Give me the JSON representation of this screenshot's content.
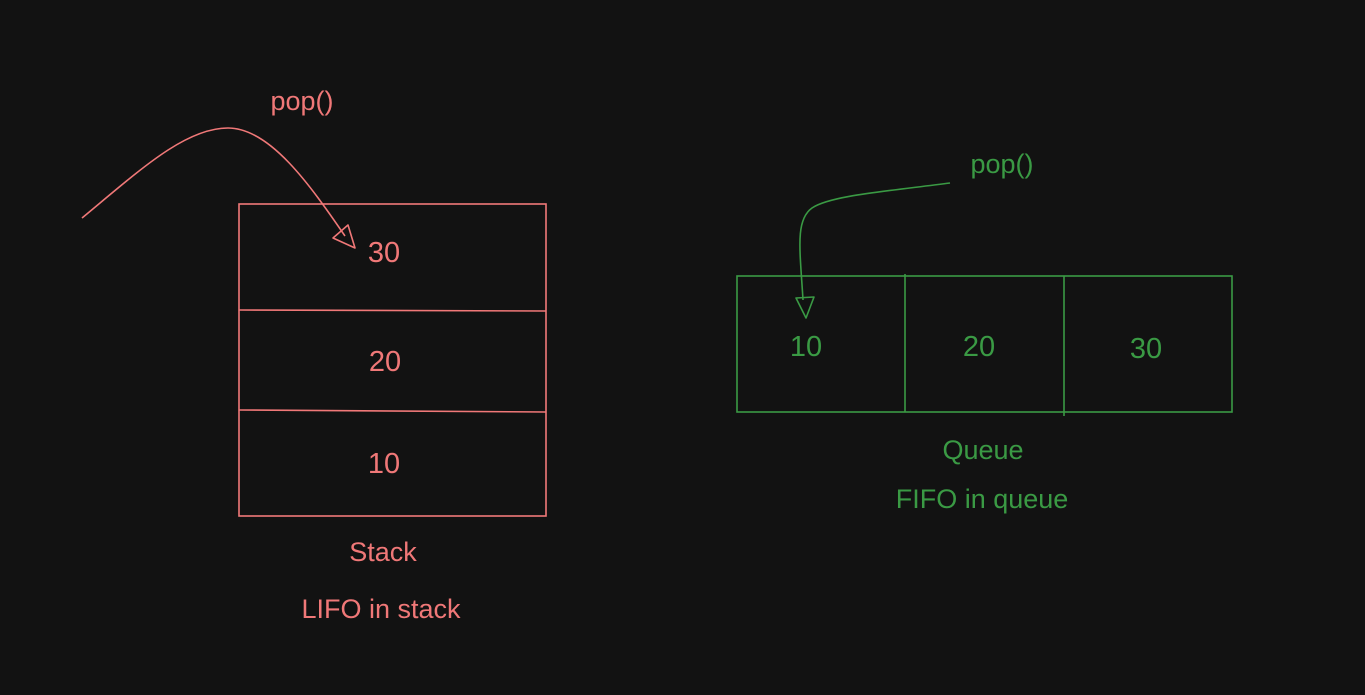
{
  "colors": {
    "background": "#121212",
    "stack": "#f07878",
    "queue": "#3a9a44"
  },
  "stack": {
    "cells": [
      "30",
      "20",
      "10"
    ],
    "operation": "pop()",
    "title": "Stack",
    "caption": "LIFO in stack"
  },
  "queue": {
    "cells": [
      "10",
      "20",
      "30"
    ],
    "operation": "pop()",
    "title": "Queue",
    "caption": "FIFO in queue"
  }
}
